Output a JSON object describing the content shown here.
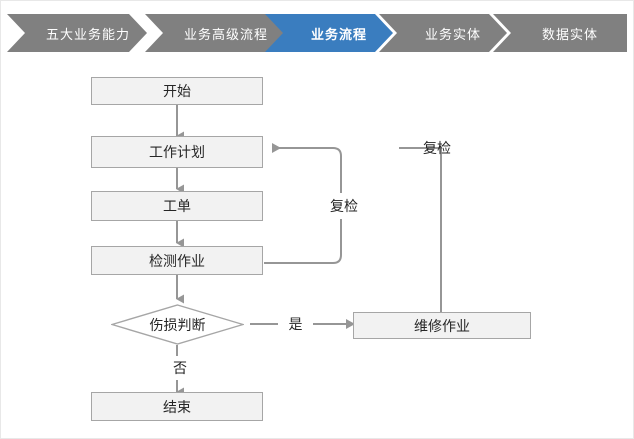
{
  "breadcrumb": {
    "active_color": "#3a7dbf",
    "inactive_color": "#808080",
    "items": [
      {
        "label": "五大业务能力",
        "active": false
      },
      {
        "label": "业务高级流程",
        "active": false
      },
      {
        "label": "业务流程",
        "active": true
      },
      {
        "label": "业务实体",
        "active": false
      },
      {
        "label": "数据实体",
        "active": false
      }
    ]
  },
  "flowchart": {
    "type": "flowchart",
    "node_fill": "#f2f2f2",
    "node_border": "#a6a6a6",
    "connector_color": "#969696",
    "text_color": "#262626",
    "nodes": [
      {
        "id": "start",
        "label": "开始",
        "shape": "rect"
      },
      {
        "id": "plan",
        "label": "工作计划",
        "shape": "rect"
      },
      {
        "id": "order",
        "label": "工单",
        "shape": "rect"
      },
      {
        "id": "inspect",
        "label": "检测作业",
        "shape": "rect"
      },
      {
        "id": "decision",
        "label": "伤损判断",
        "shape": "diamond"
      },
      {
        "id": "repair",
        "label": "维修作业",
        "shape": "rect"
      },
      {
        "id": "end",
        "label": "结束",
        "shape": "rect"
      }
    ],
    "edges": [
      {
        "from": "start",
        "to": "plan",
        "label": ""
      },
      {
        "from": "plan",
        "to": "order",
        "label": ""
      },
      {
        "from": "order",
        "to": "inspect",
        "label": ""
      },
      {
        "from": "inspect",
        "to": "decision",
        "label": ""
      },
      {
        "from": "decision",
        "to": "repair",
        "label": "是"
      },
      {
        "from": "decision",
        "to": "end",
        "label": "否"
      },
      {
        "from": "inspect",
        "to": "plan",
        "label": "复检"
      },
      {
        "from": "repair",
        "to": "plan",
        "label": "复检"
      }
    ],
    "edge_labels": {
      "yes": "是",
      "no": "否",
      "recheck_inner": "复检",
      "recheck_outer": "复检"
    }
  }
}
